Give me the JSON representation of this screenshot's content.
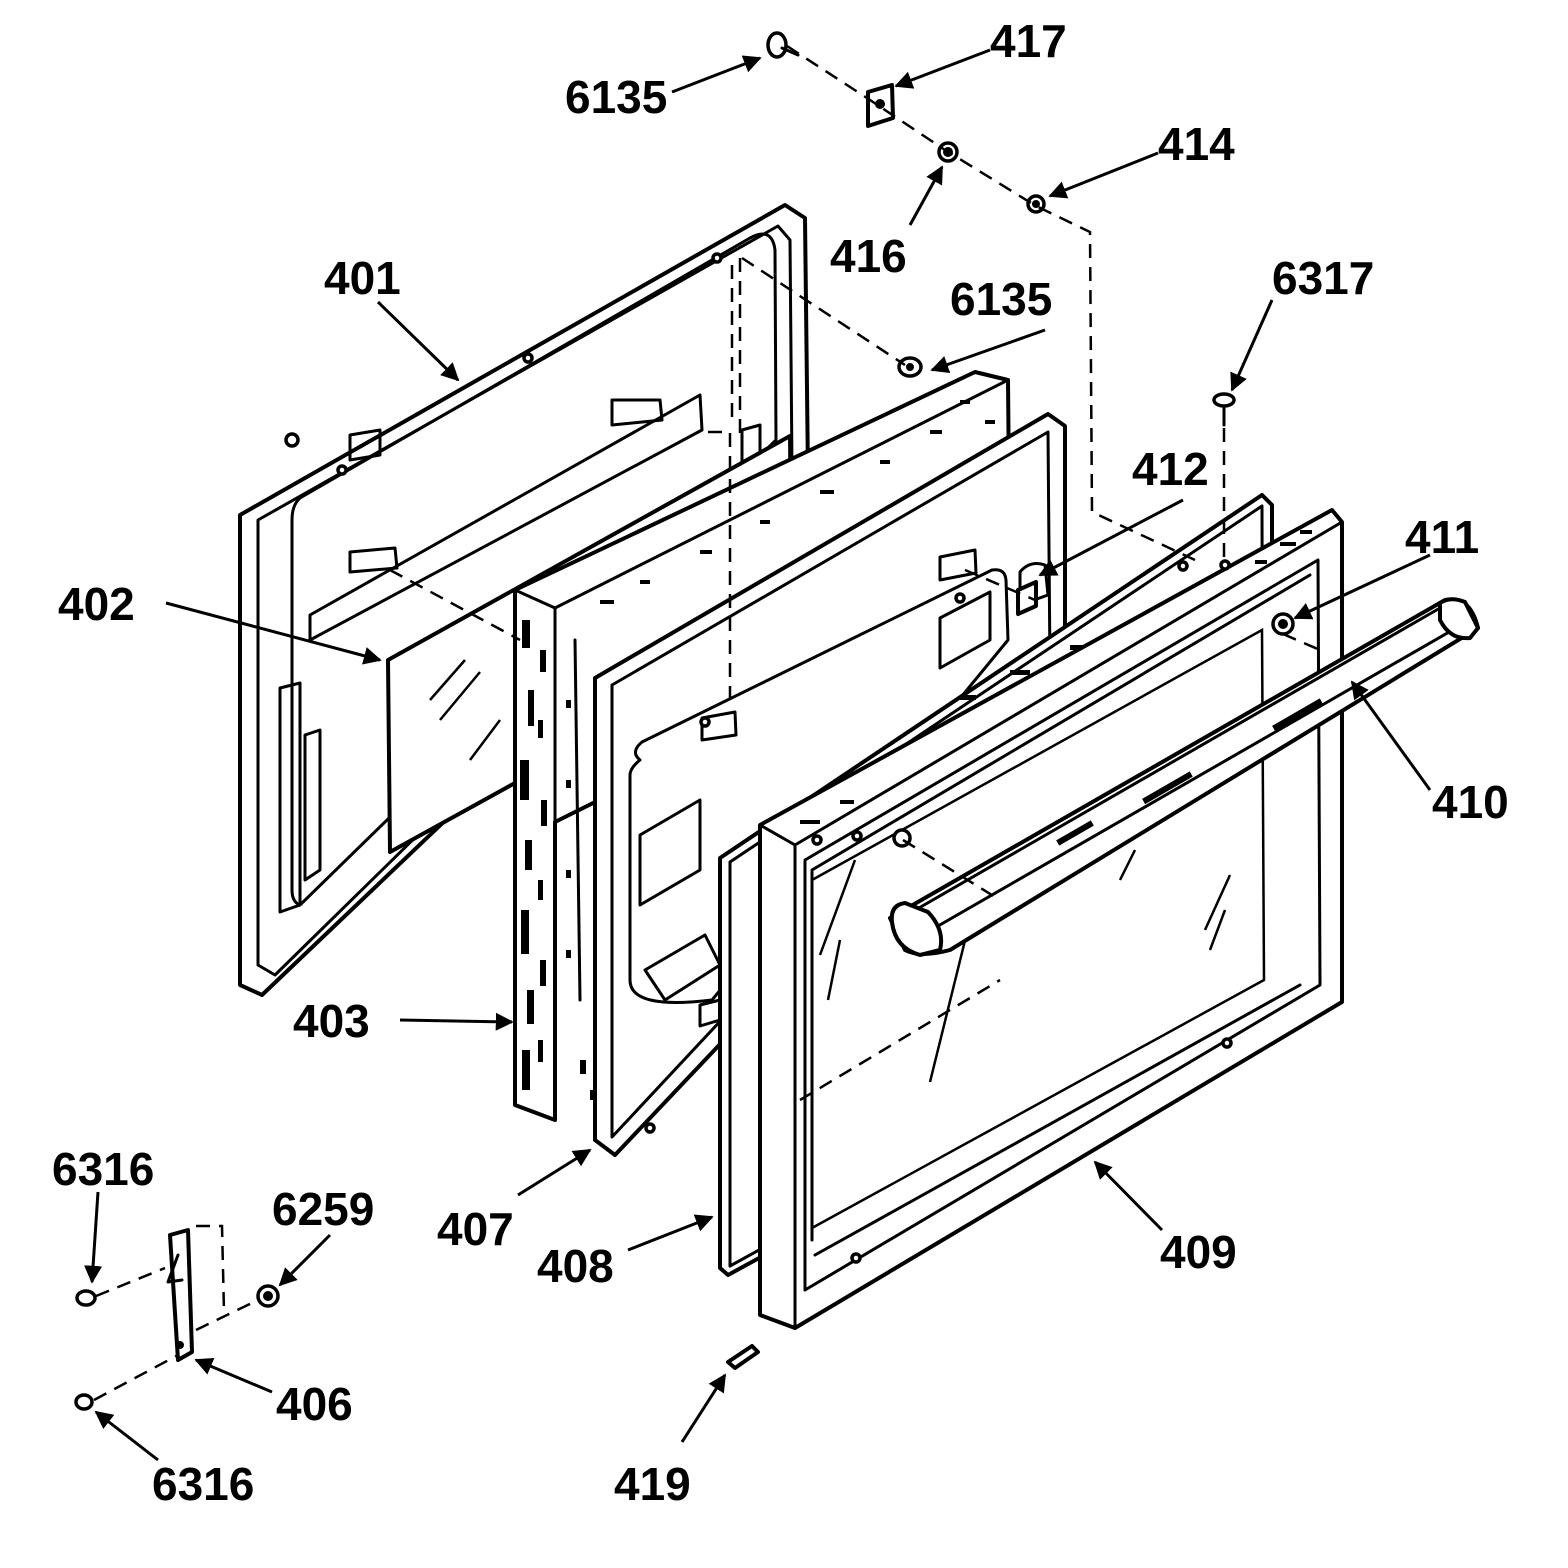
{
  "diagram": {
    "part_labels": {
      "p401": "401",
      "p402": "402",
      "p403": "403",
      "p406": "406",
      "p407": "407",
      "p408": "408",
      "p409": "409",
      "p410": "410",
      "p411": "411",
      "p412": "412",
      "p414": "414",
      "p416": "416",
      "p417": "417",
      "p419": "419",
      "p6135_top": "6135",
      "p6135_mid": "6135",
      "p6317": "6317",
      "p6316_top": "6316",
      "p6316_bottom": "6316",
      "p6259": "6259"
    }
  }
}
